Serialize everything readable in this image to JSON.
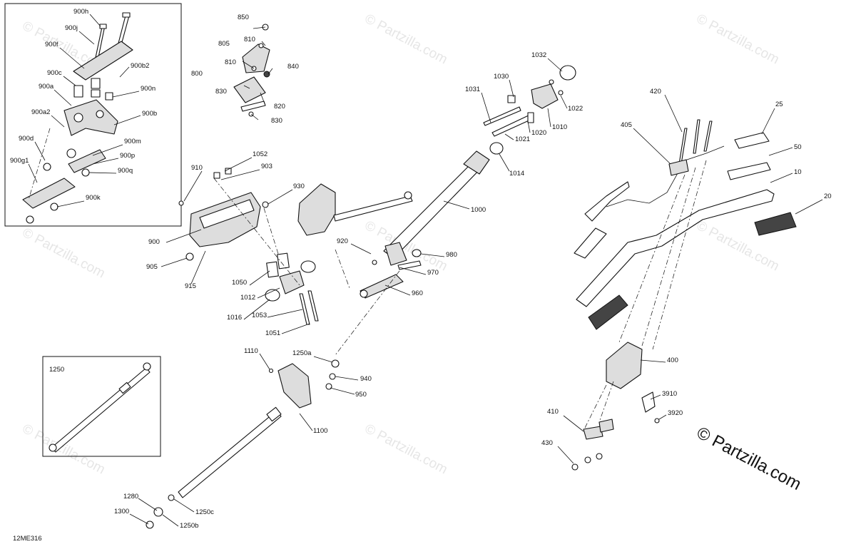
{
  "diagram_code": "12ME316",
  "copyright": "© Partzilla.com",
  "watermark_text": "© Partzilla.com",
  "inset_labels": {
    "box_900": [
      "900h",
      "900j",
      "900f",
      "900b2",
      "900c",
      "900n",
      "900a",
      "900b",
      "900a2",
      "900d",
      "900m",
      "900p",
      "900g1",
      "900q",
      "900k"
    ],
    "box_1250": [
      "1250"
    ]
  },
  "labels": [
    "900h",
    "900j",
    "900f",
    "900b2",
    "900c",
    "900n",
    "900a",
    "900b",
    "900a2",
    "900d",
    "900m",
    "900p",
    "900g1",
    "900q",
    "900k",
    "850",
    "805",
    "810",
    "810",
    "840",
    "800",
    "830",
    "820",
    "830",
    "1032",
    "1030",
    "1031",
    "1022",
    "1020",
    "1010",
    "1021",
    "1014",
    "1000",
    "910",
    "1052",
    "903",
    "930",
    "900",
    "905",
    "915",
    "1050",
    "1012",
    "1016",
    "1053",
    "1051",
    "920",
    "980",
    "970",
    "960",
    "1250",
    "1110",
    "1250a",
    "940",
    "950",
    "1100",
    "1280",
    "1300",
    "1250c",
    "1250b",
    "420",
    "25",
    "405",
    "50",
    "10",
    "20",
    "400",
    "3910",
    "410",
    "3920",
    "430"
  ]
}
